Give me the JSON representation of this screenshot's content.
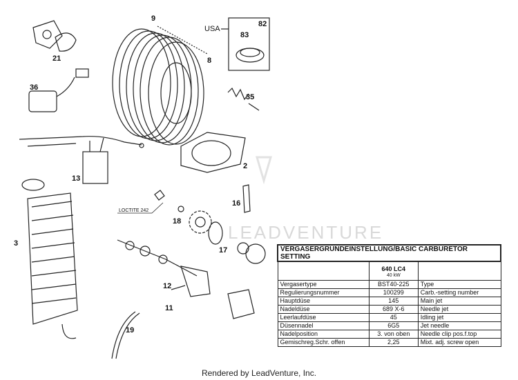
{
  "watermark": "LEADVENTURE",
  "callouts": [
    "9",
    "8",
    "21",
    "36",
    "13",
    "3",
    "82",
    "83",
    "35",
    "2",
    "16",
    "18",
    "17",
    "12",
    "11",
    "19"
  ],
  "labels": {
    "usa": "USA",
    "loctite": "LOCTITE 242"
  },
  "table": {
    "title": "VERGASERGRUNDEINSTELLUNG/BASIC CARBURETOR SETTING",
    "model": "640 LC4",
    "power": "40 kW",
    "rows": [
      {
        "de": "Vergasertype",
        "value": "BST40-225",
        "en": "Type"
      },
      {
        "de": "Regulierungsnummer",
        "value": "100299",
        "en": "Carb.-setting number"
      },
      {
        "de": "Hauptdüse",
        "value": "145",
        "en": "Main jet"
      },
      {
        "de": "Nadeldüse",
        "value": "689 X-6",
        "en": "Needle jet"
      },
      {
        "de": "Leerlaufdüse",
        "value": "45",
        "en": "Idling jet"
      },
      {
        "de": "Düsennadel",
        "value": "6G5",
        "en": "Jet needle"
      },
      {
        "de": "Nadelposition",
        "value": "3. von oben",
        "en": "Needle clip pos.f.top"
      },
      {
        "de": "Gemischreg.Schr. offen",
        "value": "2,25",
        "en": "Mixt. adj. screw open"
      }
    ]
  },
  "footer": "Rendered by LeadVenture, Inc."
}
